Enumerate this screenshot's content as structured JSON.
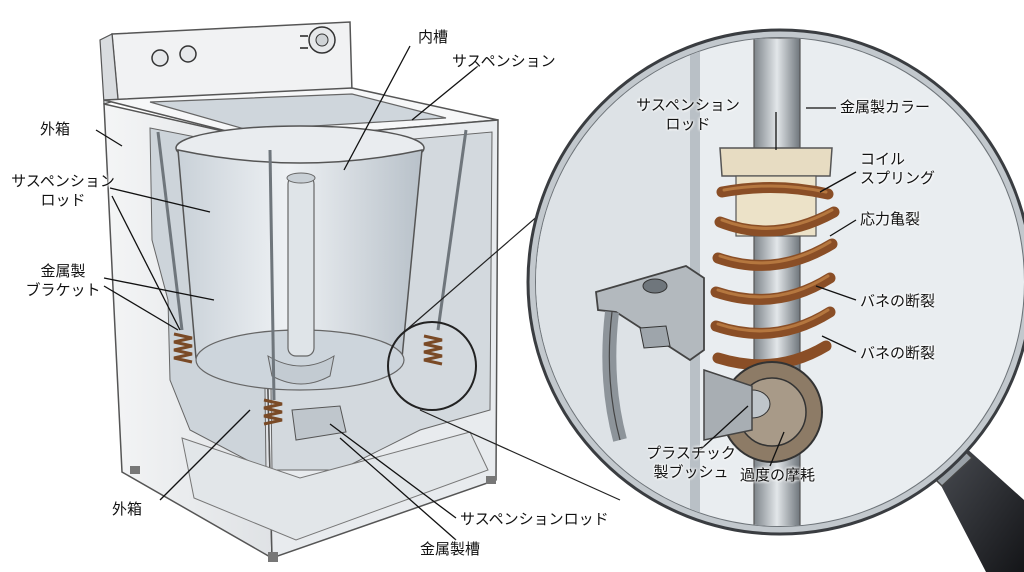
{
  "labels": {
    "inner_tub": "内槽",
    "suspension_top": "サスペンション",
    "outer_case_left": "外箱",
    "suspension_rod_left_1": "サスペンション",
    "suspension_rod_left_2": "ロッド",
    "metal_bracket_1": "金属製",
    "metal_bracket_2": "ブラケット",
    "outer_case_bottom": "外箱",
    "suspension_rod_bottom": "サスペンションロッド",
    "metal_tub_bottom": "金属製槽",
    "zoom_suspension_rod_1": "サスペンション",
    "zoom_suspension_rod_2": "ロッド",
    "metal_collar": "金属製カラー",
    "coil_spring_1": "コイル",
    "coil_spring_2": "スプリング",
    "stress_crack": "応力亀裂",
    "spring_break_1": "バネの断裂",
    "spring_break_2": "バネの断裂",
    "plastic_bushing_1": "プラスチック",
    "plastic_bushing_2": "製ブッシュ",
    "excessive_wear": "過度の摩耗"
  },
  "colors": {
    "cabinet": "#eceef0",
    "tub": "#d6dde3",
    "rust": "#9a5a2e",
    "metal": "#a7adb3",
    "handle": "#2a2c30",
    "line": "#111111"
  },
  "icons": {
    "magnifier": "magnifying-glass-icon",
    "knob": "control-knob-icon"
  }
}
